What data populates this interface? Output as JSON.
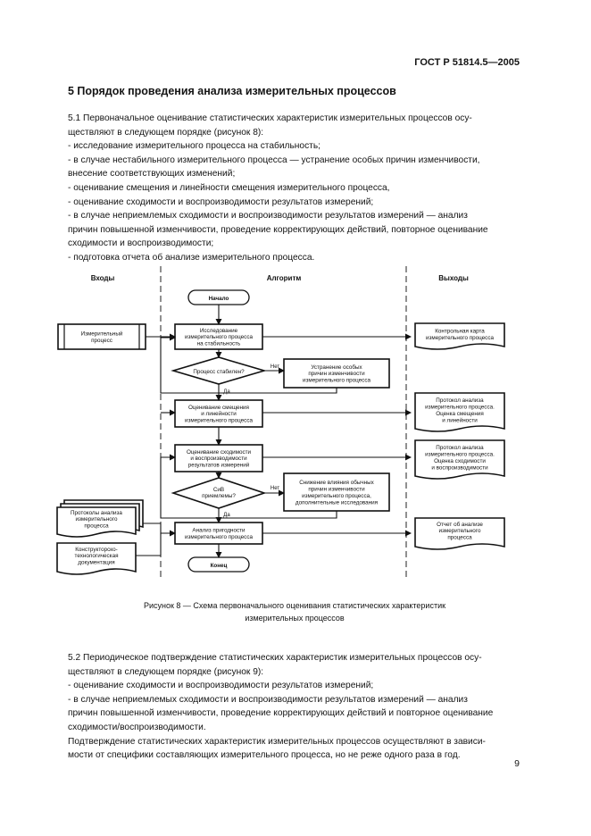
{
  "header": {
    "standard_id": "ГОСТ Р 51814.5—2005"
  },
  "section": {
    "title": "5  Порядок проведения анализа измерительных процессов"
  },
  "para_5_1": [
    {
      "text": "5.1  Первоначальное оценивание статистических характеристик измерительных процессов осу-",
      "indent": true
    },
    {
      "text": "ществляют в следующем порядке (рисунок 8):"
    },
    {
      "text": "- исследование измерительного процесса на стабильность;"
    },
    {
      "text": "- в случае нестабильного измерительного процесса — устранение особых причин изменчивости,"
    },
    {
      "text": "внесение соответствующих изменений;"
    },
    {
      "text": "- оценивание смещения и линейности смещения измерительного процесса,"
    },
    {
      "text": "- оценивание сходимости и воспроизводимости результатов измерений;"
    },
    {
      "text": "- в случае неприемлемых сходимости и воспроизводимости результатов измерений — анализ"
    },
    {
      "text": "причин повышенной изменчивости, проведение корректирующих действий, повторное оценивание"
    },
    {
      "text": "сходимости и воспроизводимости;"
    },
    {
      "text": "- подготовка отчета об анализе измерительного процесса."
    }
  ],
  "diagram": {
    "col_inputs": "Входы",
    "col_algorithm": "Алгоритм",
    "col_outputs": "Выходы",
    "start": "Начало",
    "end": "Конец",
    "step1": [
      "Исследование",
      "измерительного процесса",
      "на стабильность"
    ],
    "decision1": "Процесс стабилен?",
    "no1": "Нет",
    "yes1": "Да",
    "fix1": [
      "Устранение особых",
      "причин изменчивости",
      "измерительного процесса"
    ],
    "step2": [
      "Оценивание смещения",
      "и линейности",
      "измерительного процесса"
    ],
    "step3": [
      "Оценивание сходимости",
      "и воспроизводимости",
      "результатов измерений"
    ],
    "decision2": [
      "СиВ",
      "приемлемы?"
    ],
    "no2": "Нет",
    "yes2": "Да",
    "fix2": [
      "Снижение влияния обычных",
      "причин изменчивости",
      "измерительного процесса,",
      "дополнительные исследования"
    ],
    "step4": [
      "Анализ пригодности",
      "измерительного процесса"
    ],
    "input1": [
      "Измерительный",
      "процесс"
    ],
    "input2": [
      "Протоколы анализа",
      "измерительного",
      "процесса"
    ],
    "input3": [
      "Конструкторско-",
      "технологическая",
      "документация"
    ],
    "output1": [
      "Контрольная карта",
      "измерительного процесса"
    ],
    "output2": [
      "Протокол анализа",
      "измерительного процесса.",
      "Оценка смещения",
      "и линейности"
    ],
    "output3": [
      "Протокол анализа",
      "измерительного процесса.",
      "Оценка сходимости",
      "и воспроизводимости"
    ],
    "output4": [
      "Отчет об анализе",
      "измерительного",
      "процесса"
    ]
  },
  "figure_caption": [
    "Рисунок  8 — Схема первоначального оценивания статистических характеристик",
    "измерительных процессов"
  ],
  "para_5_2": [
    {
      "text": "5.2  Периодическое подтверждение статистических характеристик измерительных процессов осу-",
      "indent": true
    },
    {
      "text": "ществляют в следующем порядке (рисунок 9):"
    },
    {
      "text": "- оценивание сходимости и воспроизводимости результатов измерений;"
    },
    {
      "text": "- в случае неприемлемых сходимости и воспроизводимости результатов измерений — анализ"
    },
    {
      "text": "причин повышенной изменчивости, проведение корректирующих действий и повторное оценивание"
    },
    {
      "text": "сходимости/воспроизводимости."
    },
    {
      "text": "Подтверждение статистических характеристик измерительных процессов осуществляют в зависи-",
      "indent": true
    },
    {
      "text": "мости от специфики составляющих измерительного процесса, но не реже одного раза в год."
    }
  ],
  "page_number": "9"
}
